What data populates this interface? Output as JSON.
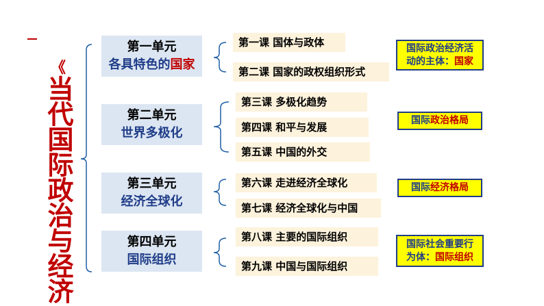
{
  "title": {
    "marks": "《",
    "text": "当代国际政治与经济"
  },
  "units": [
    {
      "name": "第一单元",
      "topic_prefix": "各具特色的",
      "topic_highlight": "国家"
    },
    {
      "name": "第二单元",
      "topic_prefix": "世界多极化",
      "topic_highlight": ""
    },
    {
      "name": "第三单元",
      "topic_prefix": "经济全球化",
      "topic_highlight": ""
    },
    {
      "name": "第四单元",
      "topic_prefix": "国际组织",
      "topic_highlight": ""
    }
  ],
  "lessons": [
    "第一课  国体与政体",
    "第二课  国家的政权组织形式",
    "第三课  多极化趋势",
    "第四课  和平与发展",
    "第五课  中国的外交",
    "第六课  走进经济全球化",
    "第七课  经济全球化与中国",
    "第八课  主要的国际组织",
    "第九课  中国与国际组织"
  ],
  "notes": [
    {
      "line1": "国际政治经济活",
      "line2_prefix": "动的主体：",
      "line2_highlight": "国家"
    },
    {
      "line1": "",
      "line2_prefix": "国际",
      "line2_highlight": "政治格局"
    },
    {
      "line1": "",
      "line2_prefix": "国际",
      "line2_highlight": "经济格局"
    },
    {
      "line1": "国际社会重要行",
      "line2_prefix": "为体：",
      "line2_highlight": "国际组织"
    }
  ],
  "colors": {
    "accent_red": "#c00000",
    "unit_fill": "#dce6f2",
    "lesson_fill": "#fdf2dc",
    "note_fill": "#ffff00",
    "note_border": "#1f3c88",
    "bracket": "#1f5fa6"
  }
}
